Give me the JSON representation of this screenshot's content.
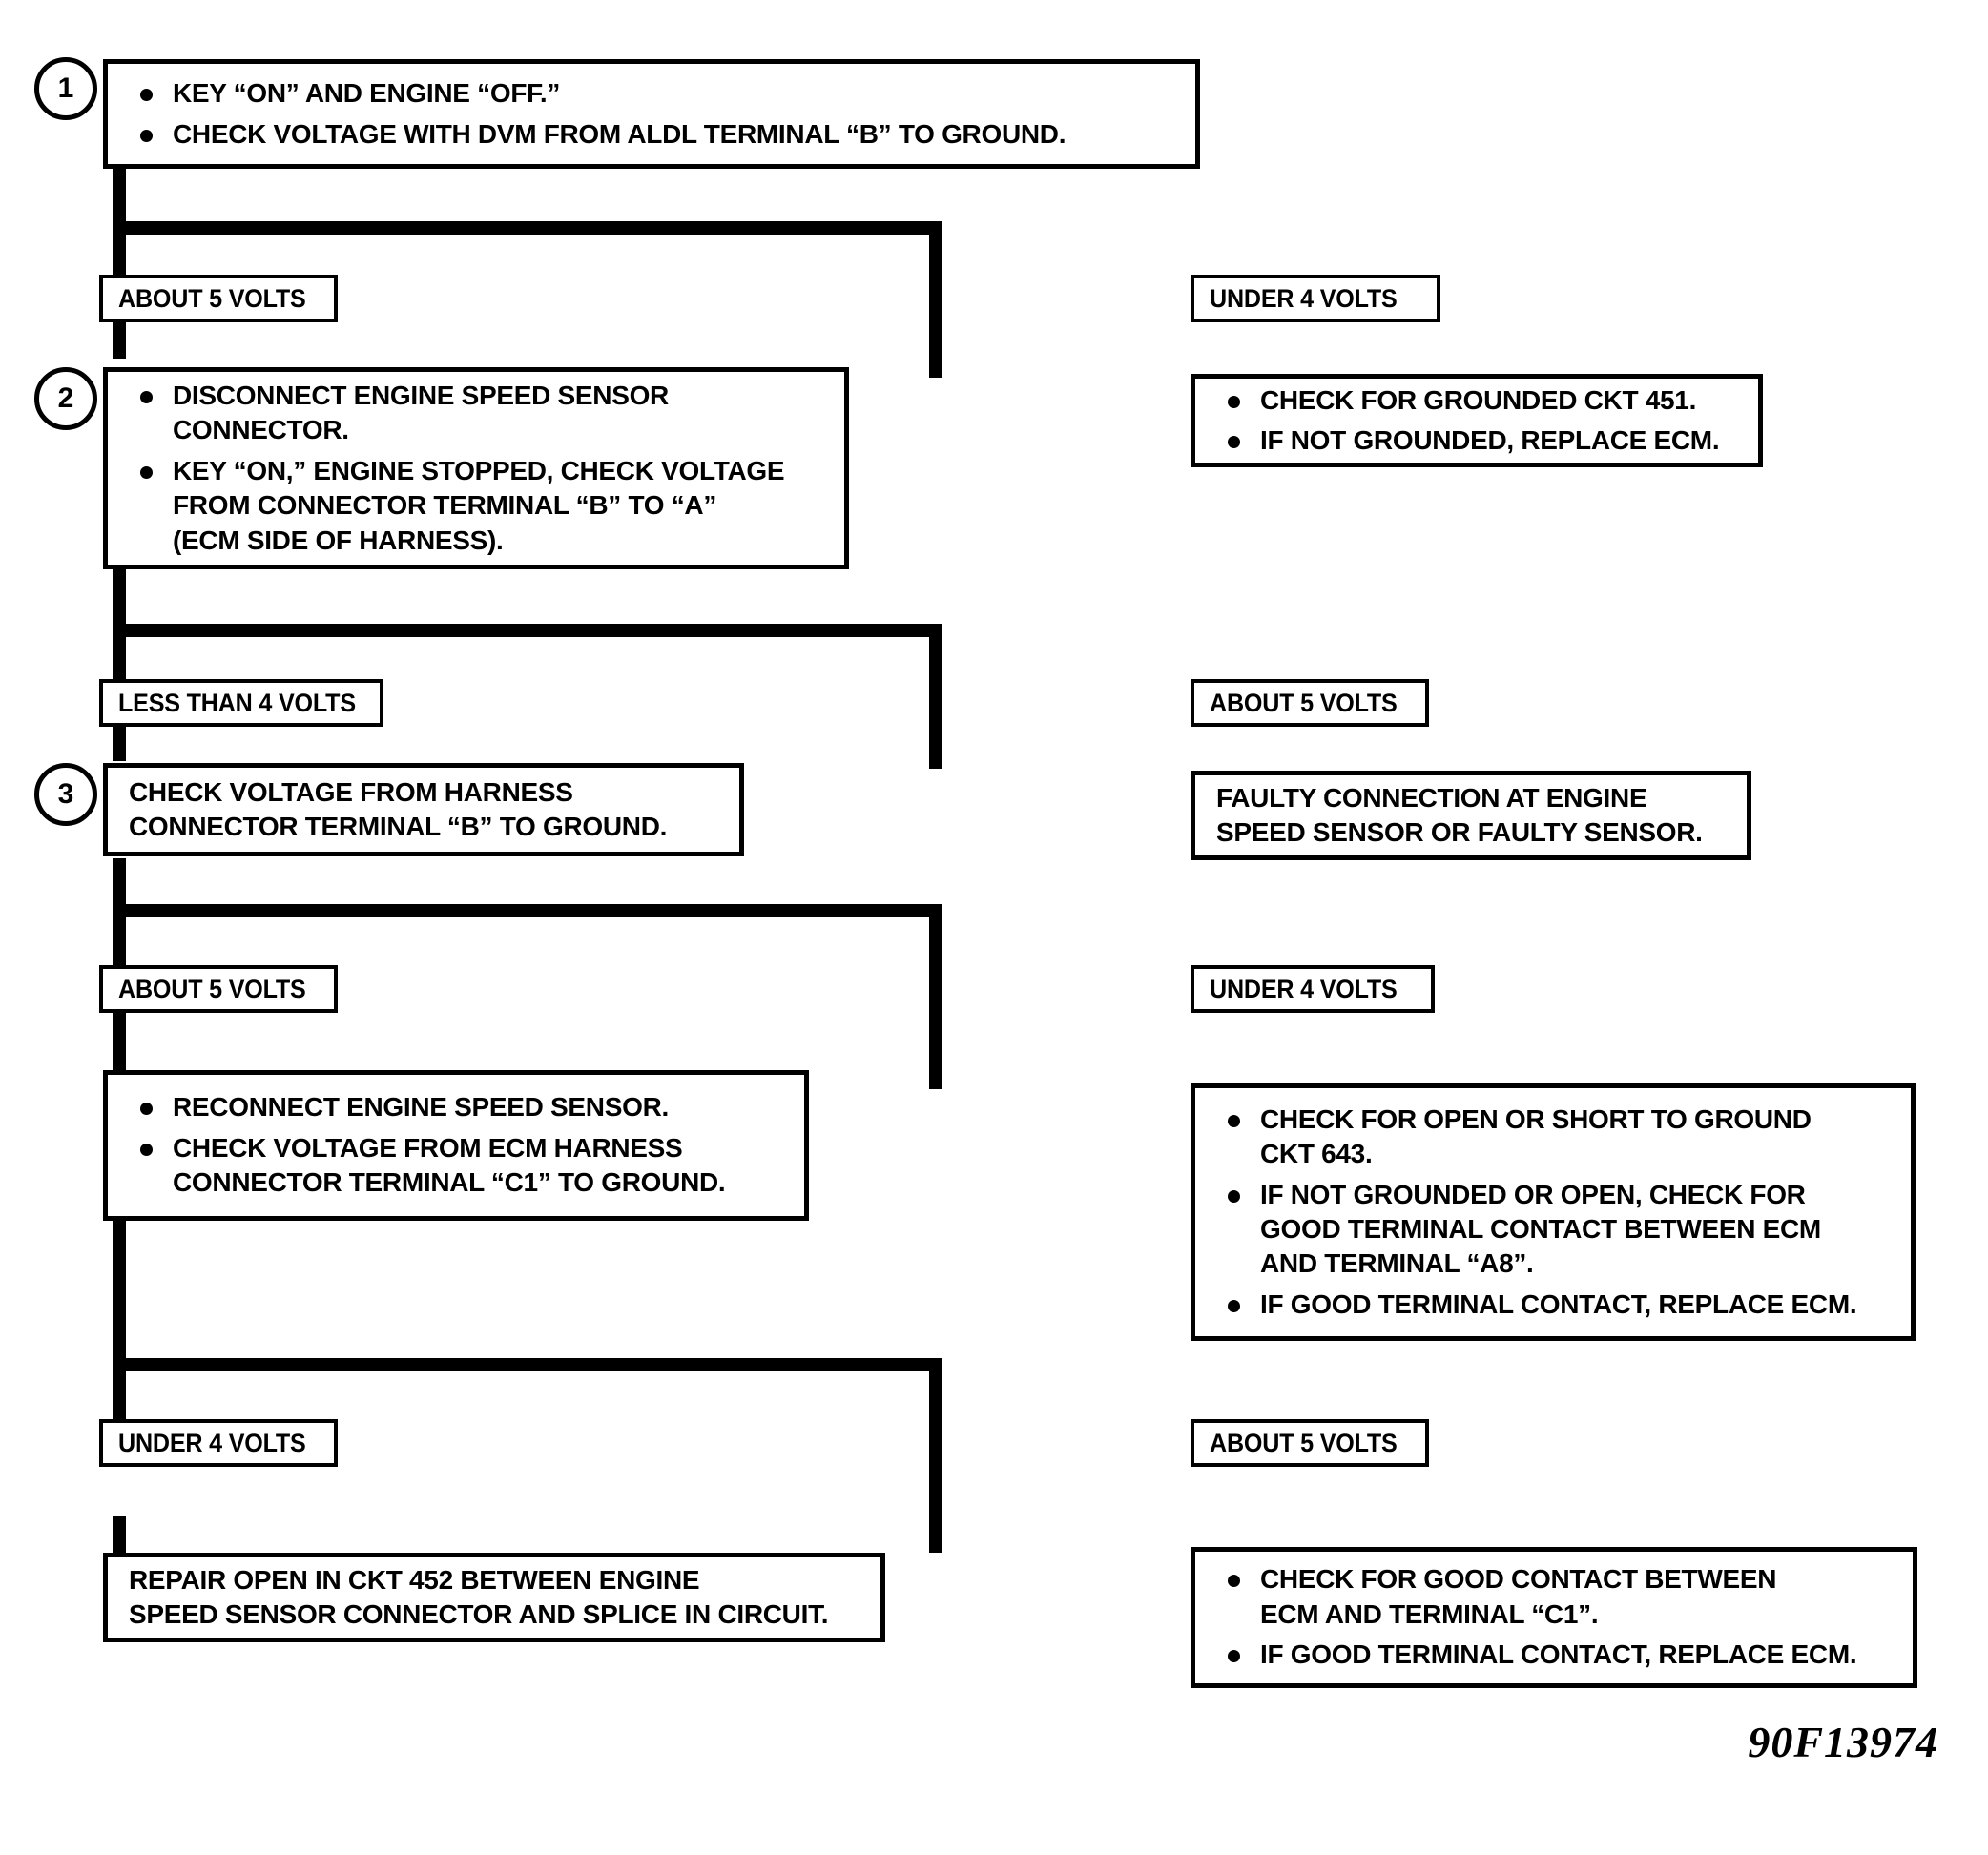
{
  "figure": {
    "code": "90F13974"
  },
  "steps": {
    "one": "1",
    "two": "2",
    "three": "3"
  },
  "boxes": {
    "step1": {
      "bullets": [
        "KEY “ON” AND ENGINE “OFF.”",
        "CHECK VOLTAGE WITH DVM FROM ALDL TERMINAL “B” TO GROUND."
      ]
    },
    "step1_fail": {
      "bullets": [
        "CHECK FOR GROUNDED CKT 451.",
        "IF NOT GROUNDED, REPLACE ECM."
      ]
    },
    "step2": {
      "bullets": [
        "DISCONNECT ENGINE SPEED SENSOR\nCONNECTOR.",
        "KEY “ON,” ENGINE STOPPED, CHECK VOLTAGE\nFROM CONNECTOR TERMINAL “B” TO “A”\n(ECM SIDE OF HARNESS)."
      ]
    },
    "step2_right": {
      "text": "FAULTY CONNECTION AT ENGINE\nSPEED SENSOR OR FAULTY SENSOR."
    },
    "step3": {
      "text": "CHECK VOLTAGE FROM HARNESS\nCONNECTOR TERMINAL “B” TO GROUND."
    },
    "step3_fail": {
      "bullets": [
        "CHECK FOR OPEN OR SHORT TO GROUND\nCKT 643.",
        "IF NOT GROUNDED OR OPEN, CHECK FOR\nGOOD TERMINAL CONTACT BETWEEN ECM\nAND TERMINAL “A8”.",
        "IF GOOD TERMINAL CONTACT, REPLACE ECM."
      ]
    },
    "step4": {
      "bullets": [
        "RECONNECT ENGINE SPEED SENSOR.",
        "CHECK VOLTAGE FROM ECM HARNESS\nCONNECTOR TERMINAL “C1” TO GROUND."
      ]
    },
    "final_left": {
      "text": "REPAIR OPEN IN CKT 452 BETWEEN ENGINE\nSPEED SENSOR CONNECTOR AND SPLICE IN CIRCUIT."
    },
    "final_right": {
      "bullets": [
        "CHECK FOR GOOD CONTACT BETWEEN\nECM AND TERMINAL “C1”.",
        "IF GOOD TERMINAL CONTACT, REPLACE ECM."
      ]
    }
  },
  "branch_labels": {
    "l1_left": "ABOUT 5 VOLTS",
    "l1_right": "UNDER 4 VOLTS",
    "l2_left": "LESS THAN 4 VOLTS",
    "l2_right": "ABOUT 5 VOLTS",
    "l3_left": "ABOUT 5 VOLTS",
    "l3_right": "UNDER 4 VOLTS",
    "l4_left": "UNDER 4 VOLTS",
    "l4_right": "ABOUT 5 VOLTS"
  }
}
